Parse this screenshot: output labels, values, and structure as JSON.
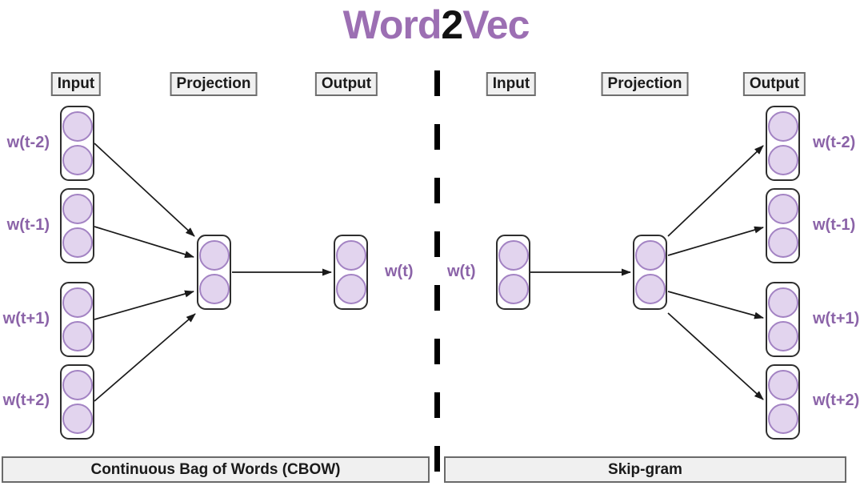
{
  "title": {
    "prefix": "Word",
    "middle": "2",
    "suffix": "Vec"
  },
  "cbow": {
    "headers": [
      "Input",
      "Projection",
      "Output"
    ],
    "context_labels": [
      "w(t-2)",
      "w(t-1)",
      "w(t+1)",
      "w(t+2)"
    ],
    "center_label": "w(t)",
    "caption": "Continuous Bag of Words (CBOW)"
  },
  "skipgram": {
    "headers": [
      "Input",
      "Projection",
      "Output"
    ],
    "center_label": "w(t)",
    "context_labels": [
      "w(t-2)",
      "w(t-1)",
      "w(t+1)",
      "w(t+2)"
    ],
    "caption": "Skip-gram"
  },
  "colors": {
    "title_accent": "#9c6fb3",
    "title_number": "#111111",
    "label_purple": "#8b63a8",
    "neuron_fill": "#e2d4ee",
    "neuron_border": "#a383c3",
    "node_outline": "#2e2e2e",
    "header_fill": "#f0f0f0",
    "header_border": "#6e6e6e",
    "arrow": "#1a1a1a",
    "divider": "#000000"
  }
}
